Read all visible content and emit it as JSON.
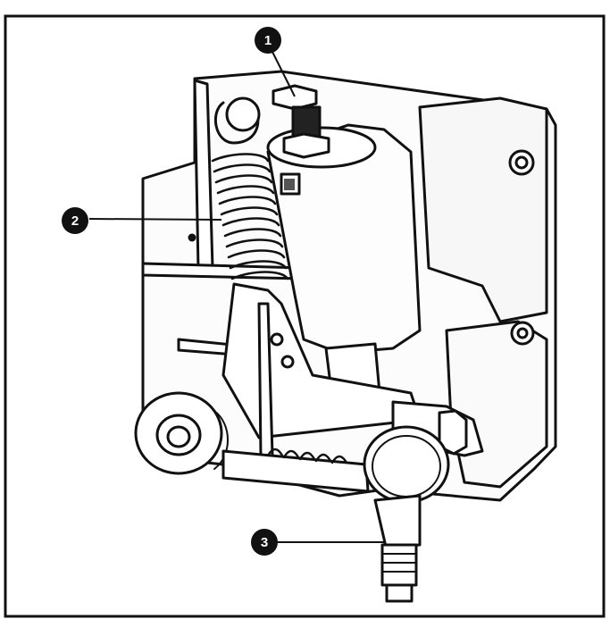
{
  "figure": {
    "callouts": [
      {
        "number": "1",
        "part": "screw"
      },
      {
        "number": "2",
        "part": "spring"
      },
      {
        "number": "3",
        "part": "lower screw"
      }
    ]
  }
}
